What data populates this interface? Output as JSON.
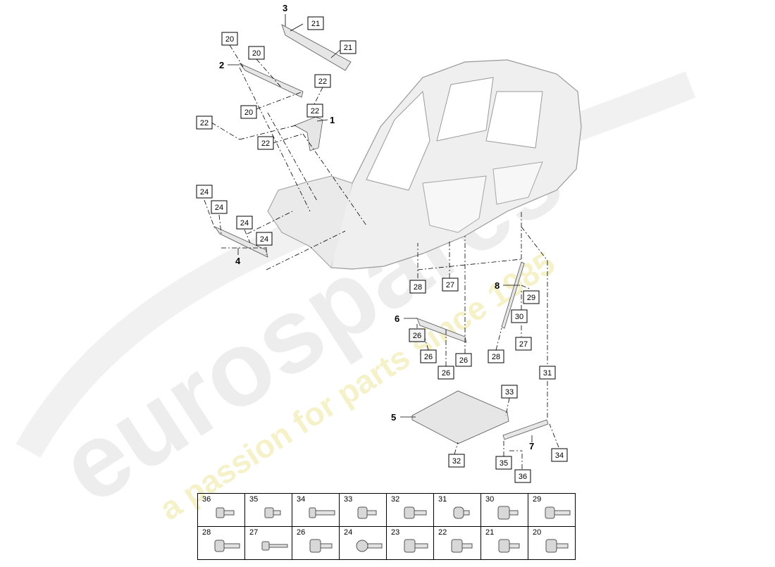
{
  "watermark": {
    "brand": "eurospares",
    "tagline": "a passion for parts since 1985"
  },
  "part_numbers": [
    "1",
    "2",
    "3",
    "4",
    "5",
    "6",
    "7",
    "8"
  ],
  "callouts": [
    "20",
    "20",
    "20",
    "21",
    "21",
    "22",
    "22",
    "22",
    "22",
    "24",
    "24",
    "24",
    "24",
    "26",
    "26",
    "26",
    "26",
    "26",
    "27",
    "27",
    "28",
    "28",
    "29",
    "30",
    "31",
    "32",
    "33",
    "34",
    "35",
    "36"
  ],
  "fastener_table": {
    "rows": [
      [
        "36",
        "35",
        "34",
        "33",
        "32",
        "31",
        "30",
        "29"
      ],
      [
        "28",
        "27",
        "26",
        "24",
        "23",
        "22",
        "21",
        "20"
      ]
    ]
  }
}
